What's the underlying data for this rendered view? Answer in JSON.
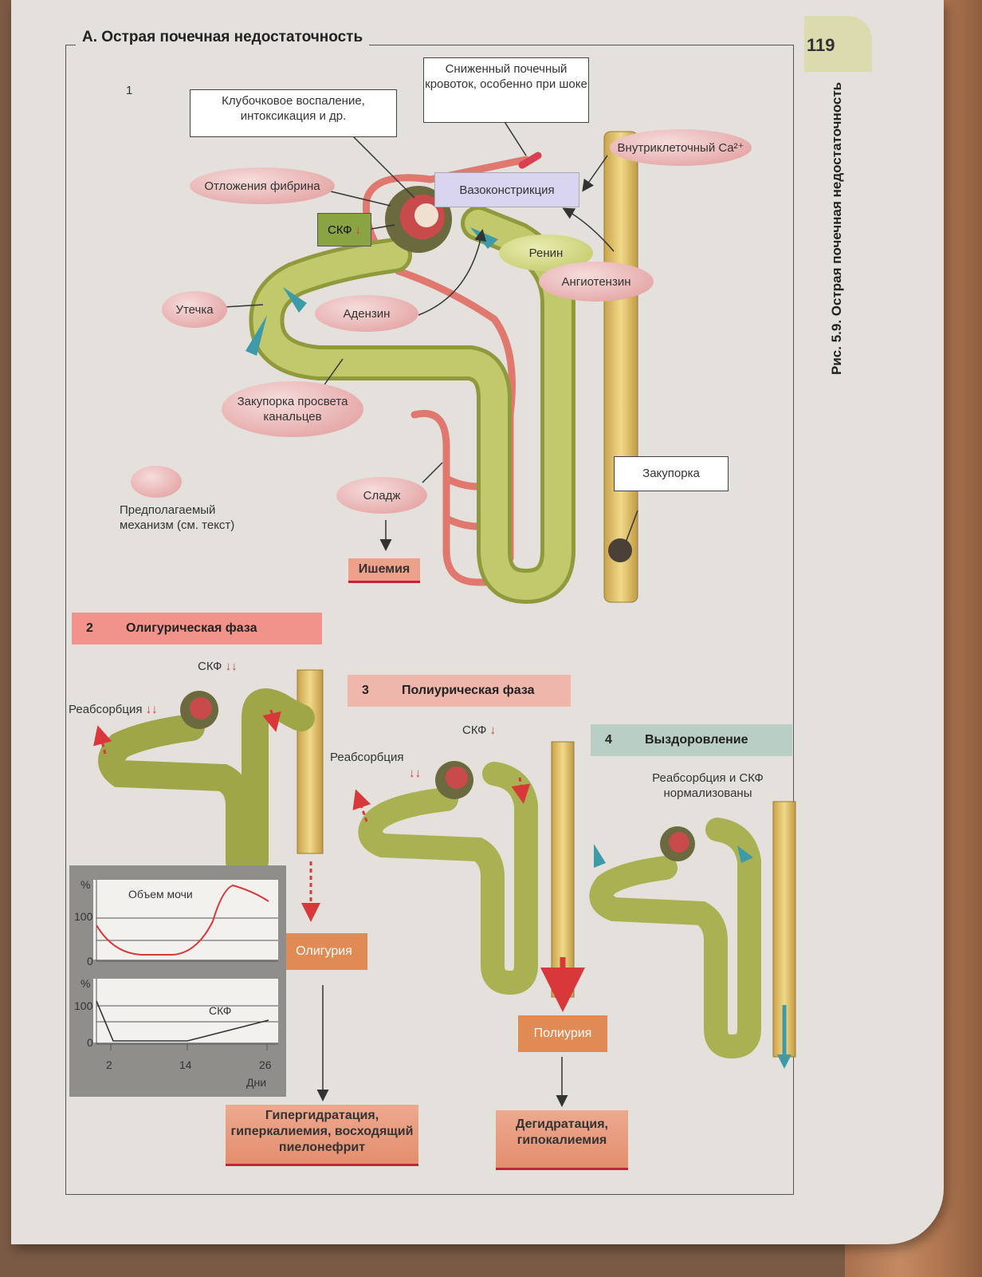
{
  "page_number": "119",
  "frame_title": "А. Острая почечная недостаточность",
  "side_caption": "Рис. 5.9.  Острая почечная недостаточность",
  "panel1": {
    "number": "1",
    "glomerular_box": "Клубочковое воспаление, интоксикация и др.",
    "blood_flow_box": "Сниженный почечный кровоток, особенно при шоке",
    "intracellular_ca": "Внутриклеточный Ca²⁺",
    "vasoconstriction": "Вазоконстрикция",
    "fibrin": "Отложения фибрина",
    "gfr": "СКФ",
    "renin": "Ренин",
    "angiotensin": "Ангиотензин",
    "leak": "Утечка",
    "adenosine": "Адензин",
    "tubule_block": "Закупорка просвета канальцев",
    "sludge": "Сладж",
    "ischemia": "Ишемия",
    "occlusion": "Закупорка",
    "legend": "Предполагаемый механизм (см. текст)"
  },
  "panel2": {
    "number": "2",
    "title": "Олигурическая фаза",
    "gfr": "СКФ",
    "reabsorption": "Реабсорбция",
    "outcome": "Олигурия",
    "result": "Гипергидратация, гиперкалиемия, восходящий пиелонефрит"
  },
  "panel3": {
    "number": "3",
    "title": "Полиурическая фаза",
    "gfr": "СКФ",
    "reabsorption": "Реабсорбция",
    "outcome": "Полиурия",
    "result": "Дегидратация, гипокалиемия"
  },
  "panel4": {
    "number": "4",
    "title": "Выздоровление",
    "note": "Реабсорбция и СКФ нормализованы"
  },
  "graph": {
    "urine_label": "Объем мочи",
    "gfr_label": "СКФ",
    "y_unit": "%",
    "y_100": "100",
    "y_0": "0",
    "x_ticks": [
      "2",
      "14",
      "26"
    ],
    "x_unit": "Дни"
  },
  "colors": {
    "tubule": "#b9c15e",
    "vessel": "#e0706a",
    "duct": "#e3c56b",
    "arrow_red": "#d8383a",
    "arrow_teal": "#3d9aa8"
  }
}
